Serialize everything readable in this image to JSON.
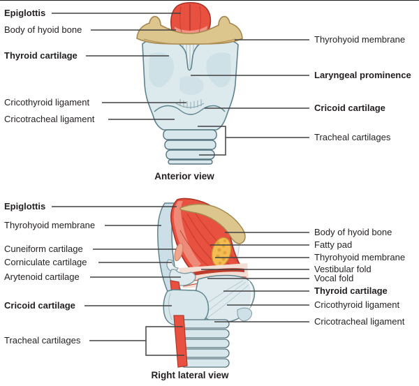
{
  "figure": {
    "anterior": {
      "caption": "Anterior view",
      "labels_left": [
        {
          "text": "Epiglottis",
          "emphasis": true
        },
        {
          "text": "Body of hyoid bone",
          "emphasis": false
        },
        {
          "text": "Thyroid cartilage",
          "emphasis": true
        },
        {
          "text": "Cricothyroid ligament",
          "emphasis": false
        },
        {
          "text": "Cricotracheal ligament",
          "emphasis": false
        }
      ],
      "labels_right": [
        {
          "text": "Thyrohyoid membrane",
          "emphasis": false
        },
        {
          "text": "Laryngeal prominence",
          "emphasis": true
        },
        {
          "text": "Cricoid cartilage",
          "emphasis": true
        },
        {
          "text": "Tracheal cartilages",
          "emphasis": false
        }
      ]
    },
    "lateral": {
      "caption": "Right lateral view",
      "labels_left": [
        {
          "text": "Epiglottis",
          "emphasis": true
        },
        {
          "text": "Thyrohyoid membrane",
          "emphasis": false
        },
        {
          "text": "Cuneiform cartilage",
          "emphasis": false
        },
        {
          "text": "Corniculate cartilage",
          "emphasis": false
        },
        {
          "text": "Arytenoid cartilage",
          "emphasis": false
        },
        {
          "text": "Cricoid cartilage",
          "emphasis": true
        },
        {
          "text": "Tracheal cartilages",
          "emphasis": false
        }
      ],
      "labels_right": [
        {
          "text": "Body of hyoid bone",
          "emphasis": false
        },
        {
          "text": "Fatty pad",
          "emphasis": false
        },
        {
          "text": "Thyrohyoid membrane",
          "emphasis": false
        },
        {
          "text": "Vestibular fold",
          "emphasis": false
        },
        {
          "text": "Vocal fold",
          "emphasis": false
        },
        {
          "text": "Thyroid cartilage",
          "emphasis": true
        },
        {
          "text": "Cricothyroid ligament",
          "emphasis": false
        },
        {
          "text": "Cricotracheal ligament",
          "emphasis": false
        }
      ]
    },
    "palette": {
      "cartilage_light": "#dceaee",
      "cartilage_shade": "#c2d8e0",
      "cartilage_outline": "#5f838e",
      "epiglottis_red": "#e8503f",
      "red_outline": "#a73327",
      "hyoid_tan": "#dcc68e",
      "hyoid_outline": "#a6874d",
      "fatty_pad_yellow": "#f4bc52",
      "label_text": "#231f20",
      "leader_line": "#404040"
    }
  }
}
